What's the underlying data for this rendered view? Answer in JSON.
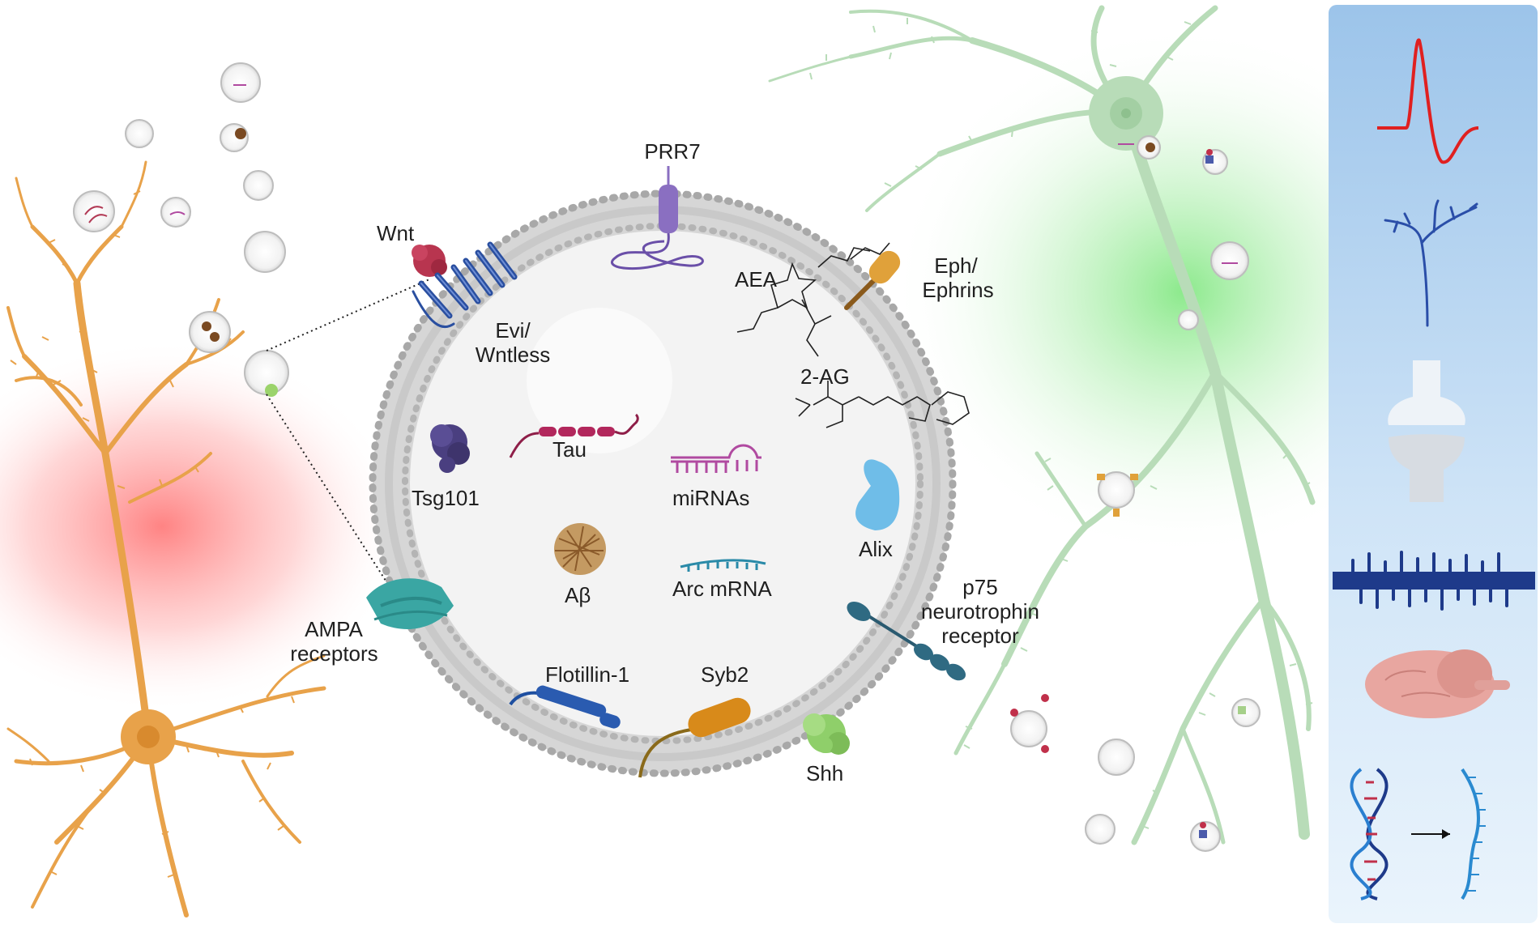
{
  "labels": {
    "prr7": "PRR7",
    "wnt": "Wnt",
    "evi_line1": "Evi/",
    "evi_line2": "Wntless",
    "aea": "AEA",
    "eph_line1": "Eph/",
    "eph_line2": "Ephrins",
    "two_ag": "2-AG",
    "tau": "Tau",
    "tsg101": "Tsg101",
    "mirnas": "miRNAs",
    "abeta": "Aβ",
    "arc_mrna": "Arc mRNA",
    "alix": "Alix",
    "p75_line1": "p75",
    "p75_line2": "neurotrophin",
    "p75_line3": "receptor",
    "ampa_line1": "AMPA",
    "ampa_line2": "receptors",
    "flotillin": "Flotillin-1",
    "syb2": "Syb2",
    "shh": "Shh"
  },
  "colors": {
    "left_neuron": "#e8a24a",
    "left_glow": "#ff7070",
    "right_neuron": "#b8dcb8",
    "right_glow": "#7de07d",
    "membrane": "#a9a9a9",
    "side_panel": "#a7cdef",
    "spike": "#e02020",
    "dark_blue": "#1e3a8a"
  },
  "side_panel_icons": [
    "action-potential-icon",
    "axon-icon",
    "synapse-icon",
    "dendrite-spines-icon",
    "brain-icon",
    "dna-transcription-icon"
  ]
}
